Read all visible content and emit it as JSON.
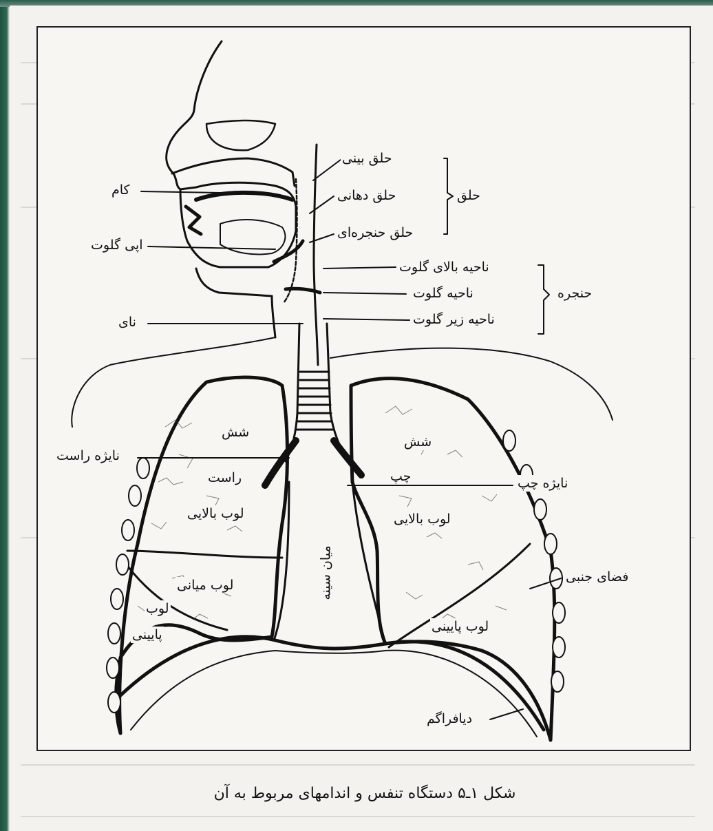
{
  "figure": {
    "caption": "شکل ۱ـ۵ دستگاه تنفس و اندامهای مربوط به آن",
    "labels": {
      "palate": "کام",
      "epiglottis": "اپی گلوت",
      "trachea": "نای",
      "nasopharynx": "حلق بینی",
      "oropharynx": "حلق دهانی",
      "laryngopharynx": "حلق حنجره‌ای",
      "pharynx": "حلق",
      "supraglottis": "ناحیه بالای گلوت",
      "glottis": "ناحیه گلوت",
      "subglottis": "ناحیه زیر گلوت",
      "larynx": "حنجره",
      "right_bronchus": "نایژه راست",
      "left_bronchus": "نایژه چپ",
      "right_lung_1": "شش",
      "right_lung_2": "راست",
      "right_upper_lobe": "لوب بالایی",
      "right_middle_lobe": "لوب میانی",
      "right_lower_lobe_1": "لوب",
      "right_lower_lobe_2": "پایینی",
      "left_lung_1": "شش",
      "left_lung_2": "چپ",
      "left_upper_lobe": "لوب بالایی",
      "left_lower_lobe": "لوب پایینی",
      "mediastinum": "میان سینه",
      "pleural_space": "فضای جنبی",
      "diaphragm": "دیافراگم"
    }
  }
}
